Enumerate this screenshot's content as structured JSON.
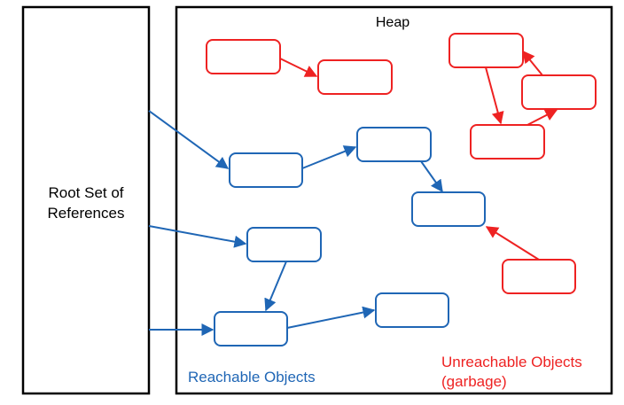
{
  "root_set": {
    "label_line1": "Root Set of",
    "label_line2": "References"
  },
  "heap": {
    "title": "Heap"
  },
  "legend": {
    "reachable": "Reachable Objects",
    "unreachable_line1": "Unreachable Objects",
    "unreachable_line2": "(garbage)"
  },
  "colors": {
    "reachable": "#1f66b5",
    "unreachable": "#ee2222",
    "border": "#000000"
  }
}
